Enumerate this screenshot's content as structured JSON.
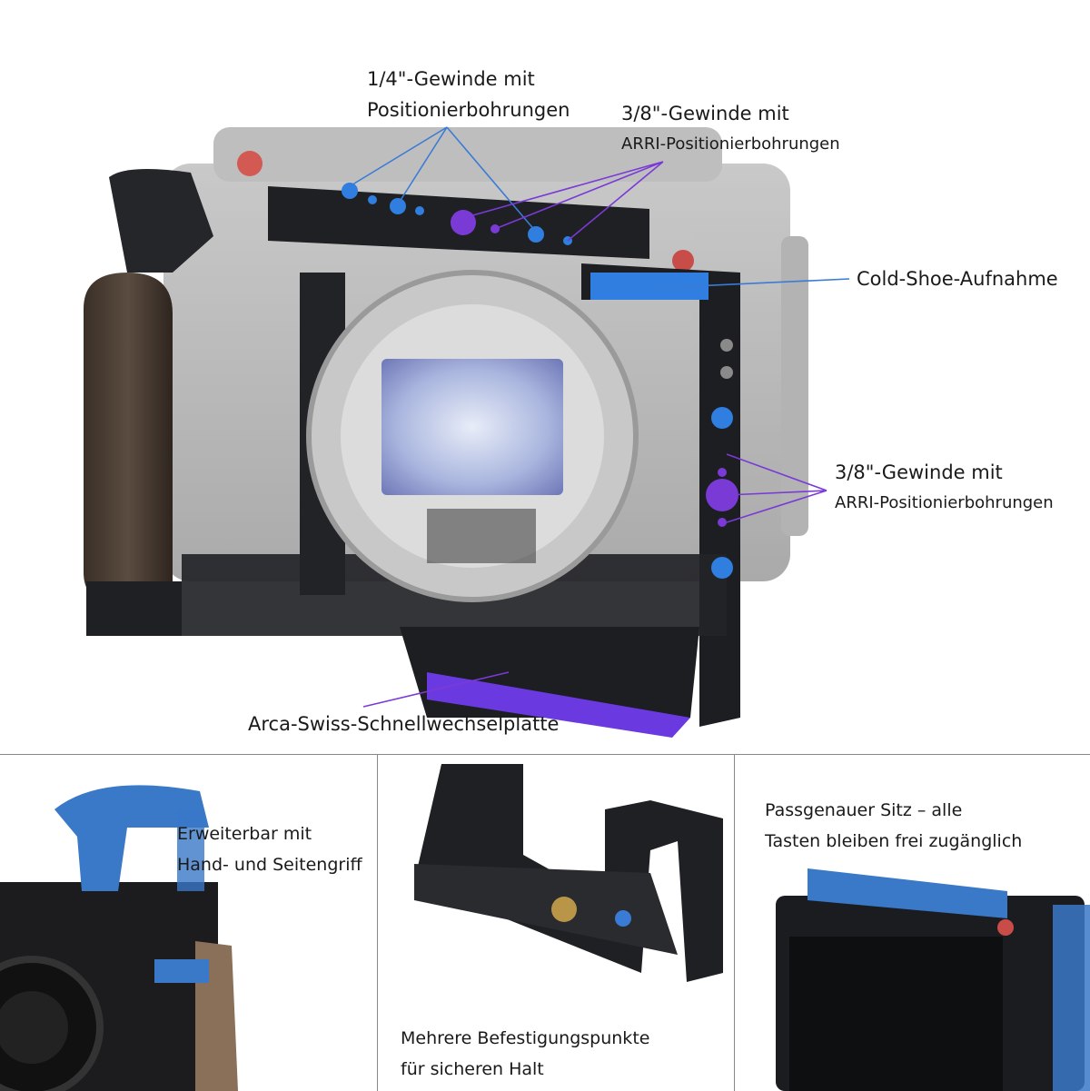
{
  "hero": {
    "callouts": {
      "quarter_thread": {
        "line1": "1/4\"-Gewinde mit",
        "line2": "Positionierbohrungen"
      },
      "arri_top": {
        "line1": "3/8\"-Gewinde mit",
        "line2": "ARRI-Positionierbohrungen"
      },
      "cold_shoe": {
        "line1": "Cold-Shoe-Aufnahme"
      },
      "arri_side": {
        "line1": "3/8\"-Gewinde mit",
        "line2": "ARRI-Positionierbohrungen"
      },
      "arca": {
        "line1": "Arca-Swiss-Schnellwechselplatte"
      }
    },
    "colors": {
      "blue_callout": "#3a7bd5",
      "purple_callout": "#7a3ad6",
      "cage": "#1e1f22",
      "accent_blue": "#2f7ee0",
      "wood": "#4a3f36"
    }
  },
  "panels": [
    {
      "line1": "Erweiterbar mit",
      "line2": "Hand- und Seitengriff"
    },
    {
      "line1": "Mehrere Befestigungspunkte",
      "line2": "für sicheren Halt"
    },
    {
      "line1": "Passgenauer Sitz – alle",
      "line2": "Tasten bleiben frei zugänglich"
    }
  ]
}
